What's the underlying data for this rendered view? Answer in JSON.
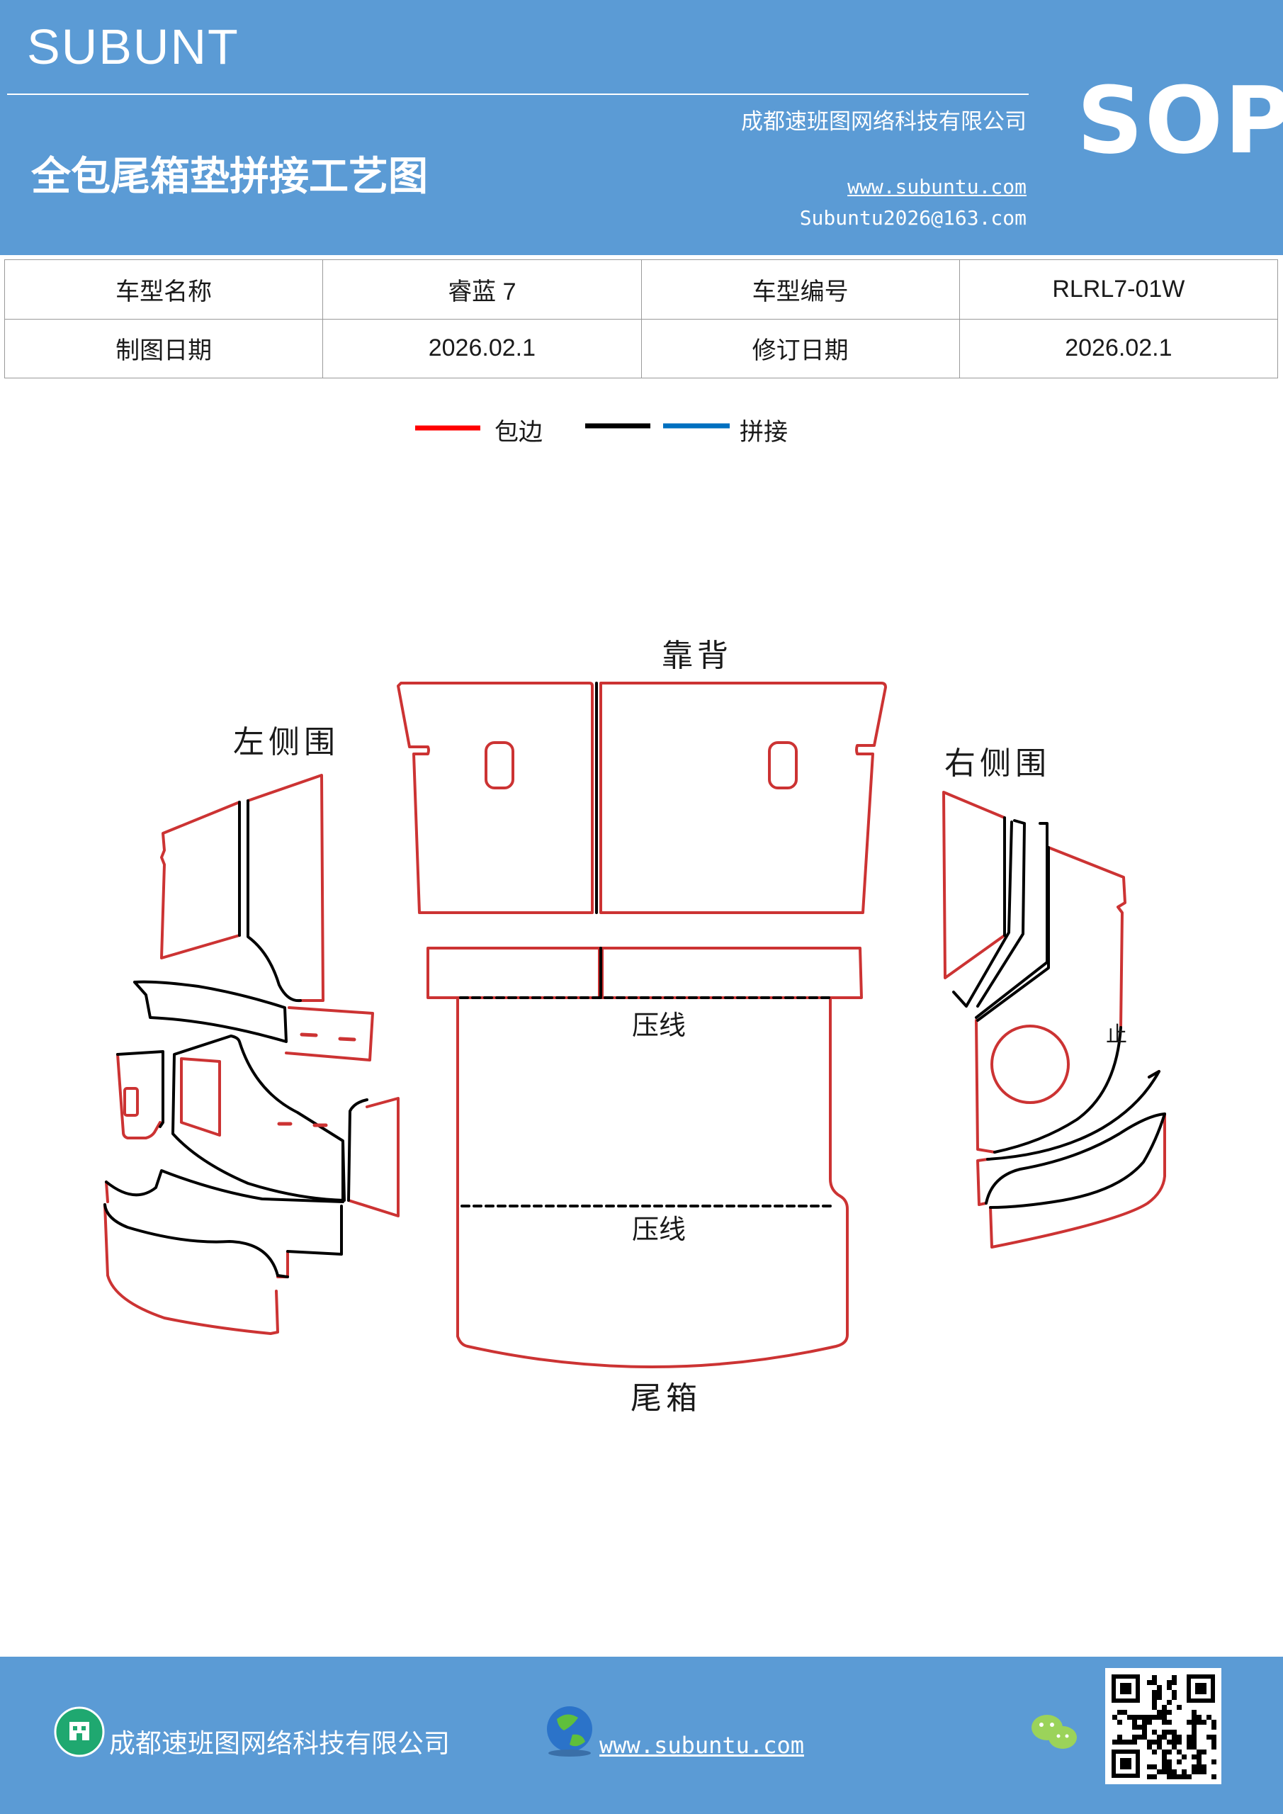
{
  "header": {
    "brand": "SUBUNT",
    "company": "成都速班图网络科技有限公司",
    "title": "全包尾箱垫拼接工艺图",
    "website": "www.subuntu.com",
    "email": "Subuntu2026@163.com",
    "badge": "SOP",
    "background_color": "#5b9bd5"
  },
  "info_table": {
    "rows": [
      {
        "label1": "车型名称",
        "value1": "睿蓝 7",
        "label2": "车型编号",
        "value2": "RLRL7-01W"
      },
      {
        "label1": "制图日期",
        "value1": "2026.02.1",
        "label2": "修订日期",
        "value2": "2026.02.1"
      }
    ]
  },
  "legend": {
    "items": [
      {
        "label": "包边",
        "color": "#ff0000"
      },
      {
        "label": "",
        "color": "#000000"
      },
      {
        "label": "拼接",
        "color": "#0070c0"
      }
    ]
  },
  "diagram": {
    "backrest_label": "靠背",
    "left_side_label": "左侧围",
    "right_side_label": "右侧围",
    "crease_label_1": "压线",
    "crease_label_2": "压线",
    "trunk_label": "尾箱",
    "stop_mark": "止",
    "edge_color": "#cc3333",
    "seam_color": "#000000"
  },
  "footer": {
    "company": "成都速班图网络科技有限公司",
    "website": "www.subuntu.com",
    "icons": [
      "building-icon",
      "globe-icon",
      "wechat-icon",
      "qr-code"
    ]
  }
}
